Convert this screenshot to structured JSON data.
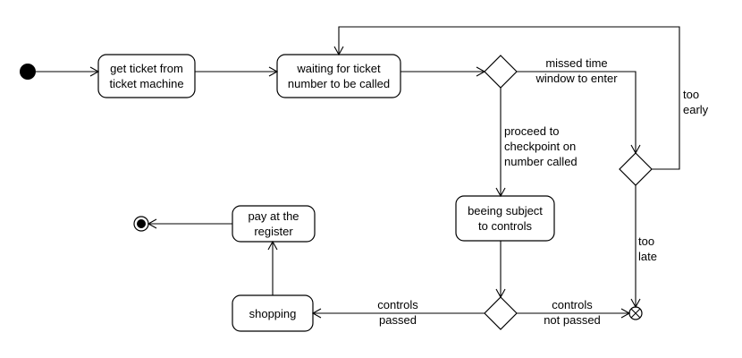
{
  "diagram": {
    "nodes": {
      "get_ticket": [
        "get ticket from",
        "ticket machine"
      ],
      "waiting": [
        "waiting for ticket",
        "number to be called"
      ],
      "controls": [
        "beeing subject",
        "to controls"
      ],
      "pay": [
        "pay at the",
        "register"
      ],
      "shopping": [
        "shopping"
      ]
    },
    "edges": {
      "missed_window": [
        "missed time",
        "window to enter"
      ],
      "too_early": [
        "too",
        "early"
      ],
      "proceed": [
        "proceed to",
        "checkpoint on",
        "number called"
      ],
      "too_late": [
        "too",
        "late"
      ],
      "controls_passed": [
        "controls",
        "passed"
      ],
      "controls_not_passed": [
        "controls",
        "not passed"
      ]
    }
  }
}
